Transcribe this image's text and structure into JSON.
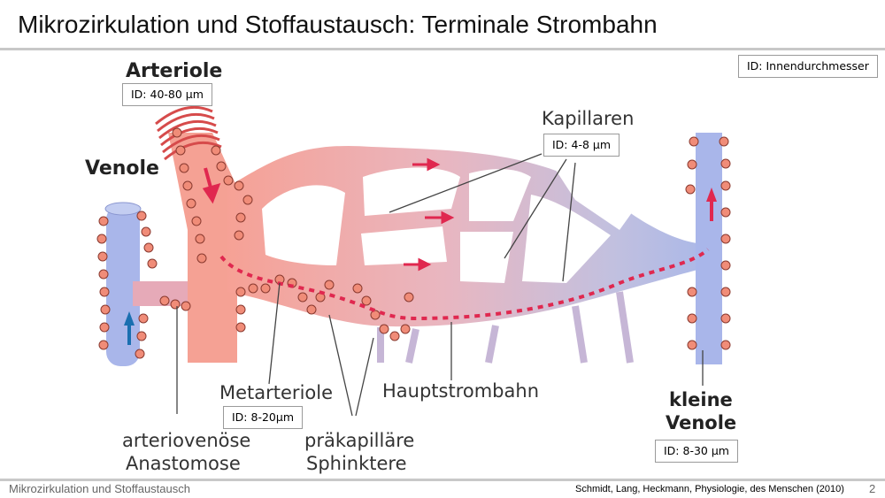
{
  "slide": {
    "title": "Mikrozirkulation und Stoffaustausch: Terminale Strombahn",
    "footer_left": "Mikrozirkulation und Stoffaustausch",
    "citation": "Schmidt, Lang, Heckmann, Physiologie, des Menschen (2010)",
    "page_number": "2"
  },
  "legend_box": "ID:  Innendurchmesser",
  "labels": {
    "arteriole": "Arteriole",
    "venole": "Venole",
    "kapillaren": "Kapillaren",
    "metarteriole": "Metarteriole",
    "hauptstrombahn": "Hauptstrombahn",
    "anastomose_line1": "arteriovenöse",
    "anastomose_line2": "Anastomose",
    "sphinktere_line1": "präkapilläre",
    "sphinktere_line2": "Sphinktere",
    "kleine_venole_line1": "kleine",
    "kleine_venole_line2": "Venole"
  },
  "diameters": {
    "arteriole": "ID:  40-80 µm",
    "kapillaren": "ID:  4-8 µm",
    "metarteriole": "ID:  8-20µm",
    "kleine_venole": "ID:  8-30 µm"
  },
  "colors": {
    "arterial": "#f4a59a",
    "capillary": "#e8b8c0",
    "venous": "#aab8e8",
    "flow_arrow": "#e0284f",
    "venous_arrow": "#1a6fb0",
    "pericyte": "#f08c78"
  }
}
